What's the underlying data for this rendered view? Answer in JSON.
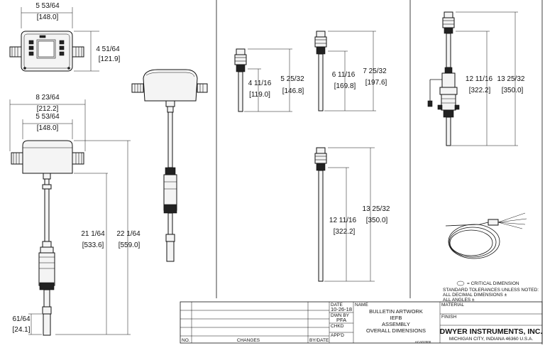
{
  "top_view": {
    "width_frac": "5 53/64",
    "width_mm": "[148.0]",
    "height_frac": "4 51/64",
    "height_mm": "[121.9]"
  },
  "front_view": {
    "overall_width_frac": "8 23/64",
    "overall_width_mm": "[212.2]",
    "housing_width_frac": "5 53/64",
    "housing_width_mm": "[148.0]",
    "len1_frac": "21 1/64",
    "len1_mm": "[533.6]",
    "len2_frac": "22 1/64",
    "len2_mm": "[559.0]",
    "tip_frac": "61/64",
    "tip_mm": "[24.1]"
  },
  "probe_a": {
    "d1_frac": "4 11/16",
    "d1_mm": "[119.0]",
    "d2_frac": "5 25/32",
    "d2_mm": "[146.8]"
  },
  "probe_b": {
    "d1_frac": "6 11/16",
    "d1_mm": "[169.8]",
    "d2_frac": "7 25/32",
    "d2_mm": "[197.6]"
  },
  "probe_c": {
    "d1_frac": "12 11/16",
    "d1_mm": "[322.2]",
    "d2_frac": "13 25/32",
    "d2_mm": "[350.0]"
  },
  "probe_d": {
    "d1_frac": "12 11/16",
    "d1_mm": "[322.2]",
    "d2_frac": "13 25/32",
    "d2_mm": "[350.0]"
  },
  "notes": {
    "critical": "= CRITICAL DIMENSION",
    "tol1": "STANDARD TOLERANCES UNLESS NOTED:",
    "tol2": "ALL DECIMAL DIMENSIONS ±",
    "tol3": "ALL ANGLES ±"
  },
  "title_block": {
    "date_label": "DATE",
    "date_value": "10-26-18",
    "name_label": "NAME",
    "dwn_label": "DWN BY",
    "dwn_value": "PFA",
    "chkd_label": "CHKD",
    "appd_label": "APP'D",
    "title_lines": [
      "BULLETIN ARTWORK",
      "IEFB",
      "ASSEMBLY",
      "OVERALL DIMENSIONS"
    ],
    "material_label": "MATERIAL",
    "finish_label": "FINISH",
    "company": "DWYER INSTRUMENTS, INC.",
    "address": "MICHIGAN CITY, INDIANA 46360   U.S.A.",
    "no_label": "NO.",
    "changes_label": "CHANGES",
    "bydate_label": "BY/DATE",
    "doc_no": "ACAD2000"
  }
}
